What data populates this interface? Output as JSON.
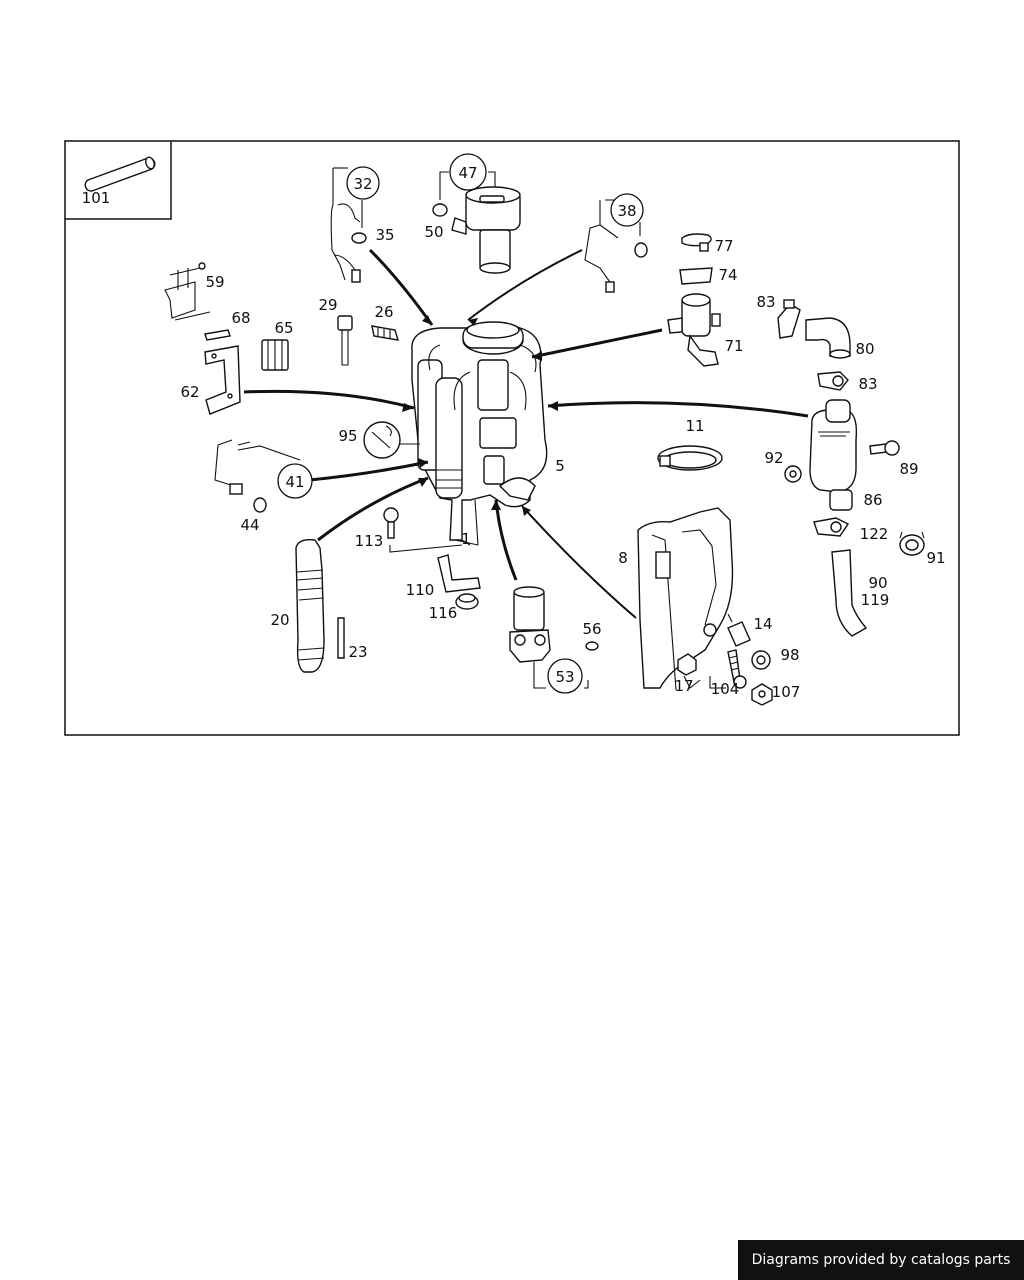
{
  "diagram": {
    "inset_label": "101",
    "labels": {
      "l101": "101",
      "l32": "32",
      "l35": "35",
      "l47": "47",
      "l50": "50",
      "l38": "38",
      "l77": "77",
      "l74": "74",
      "l59": "59",
      "l29": "29",
      "l26": "26",
      "l68": "68",
      "l65": "65",
      "l83a": "83",
      "l80": "80",
      "l83b": "83",
      "l71": "71",
      "l62": "62",
      "l11": "11",
      "l95": "95",
      "l5": "5",
      "l92": "92",
      "l89": "89",
      "l86": "86",
      "l41": "41",
      "l44": "44",
      "l113": "113",
      "l1": "1",
      "l122": "122",
      "l91": "91",
      "l8": "8",
      "l110": "110",
      "l116": "116",
      "l90": "90",
      "l119": "119",
      "l20": "20",
      "l56": "56",
      "l14": "14",
      "l98": "98",
      "l23": "23",
      "l53": "53",
      "l17": "17",
      "l104": "104",
      "l107": "107"
    }
  },
  "footer": {
    "credit": "Diagrams provided by catalogs parts"
  }
}
